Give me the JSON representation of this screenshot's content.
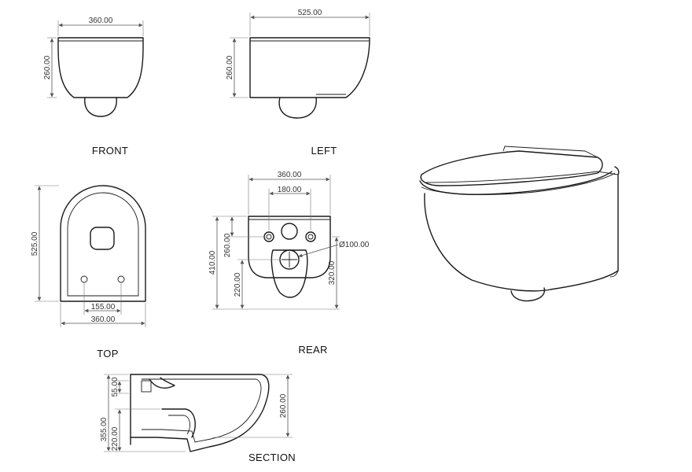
{
  "views": {
    "front": {
      "label": "FRONT",
      "dims": {
        "width": "360.00",
        "height": "260.00"
      }
    },
    "left": {
      "label": "LEFT",
      "dims": {
        "length": "525.00",
        "height": "260.00"
      }
    },
    "top": {
      "label": "TOP",
      "dims": {
        "length": "525.00",
        "hole_spacing": "155.00",
        "width": "360.00"
      }
    },
    "rear": {
      "label": "REAR",
      "dims": {
        "width": "360.00",
        "bolt_spacing": "180.00",
        "h_410": "410.00",
        "h_260": "260.00",
        "h_220": "220.00",
        "h_320": "320.00",
        "outlet_diameter": "Ø100.00"
      }
    },
    "section": {
      "label": "SECTION",
      "dims": {
        "d_55": "55.00",
        "d_355": "355.00",
        "d_220": "220.00",
        "d_260": "260.00"
      }
    }
  },
  "colors": {
    "line": "#1a1a1a",
    "dimension": "#555555",
    "background": "#ffffff"
  }
}
